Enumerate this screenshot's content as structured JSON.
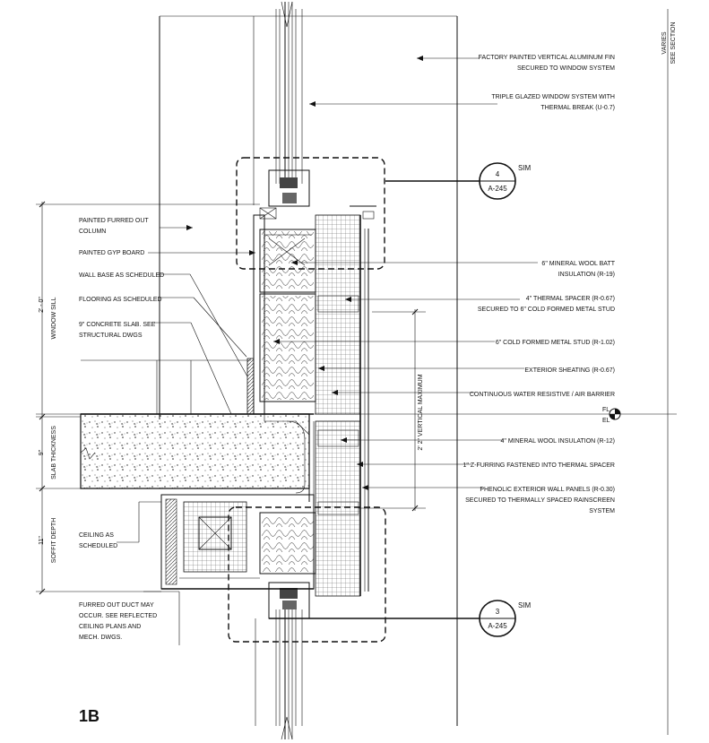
{
  "title": "1B",
  "notes_left": [
    {
      "id": "furred-column",
      "lines": [
        "PAINTED FURRED OUT",
        "COLUMN"
      ]
    },
    {
      "id": "gyp-board",
      "lines": [
        "PAINTED GYP BOARD"
      ]
    },
    {
      "id": "wall-base",
      "lines": [
        "WALL BASE AS SCHEDULED"
      ]
    },
    {
      "id": "flooring",
      "lines": [
        "FLOORING AS SCHEDULED"
      ]
    },
    {
      "id": "concrete-slab",
      "lines": [
        "9\" CONCRETE SLAB. SEE",
        "STRUCTURAL DWGS"
      ]
    },
    {
      "id": "ceiling",
      "lines": [
        "CEILING AS",
        "SCHEDULED"
      ]
    },
    {
      "id": "furred-duct",
      "lines": [
        "FURRED OUT DUCT MAY",
        "OCCUR. SEE REFLECTED",
        "CEILING PLANS AND",
        "MECH. DWGS."
      ]
    }
  ],
  "notes_right": [
    {
      "id": "aluminum-fin",
      "lines": [
        "FACTORY PAINTED VERTICAL ALUMINUM FIN",
        "SECURED TO WINDOW SYSTEM"
      ]
    },
    {
      "id": "triple-glazed",
      "lines": [
        "TRIPLE GLAZED WINDOW SYSTEM WITH",
        "THERMAL BREAK  (U-0.7)"
      ]
    },
    {
      "id": "mineral-wool-batt",
      "lines": [
        "6\" MINERAL WOOL BATT",
        "INSULATION  (R-19)"
      ]
    },
    {
      "id": "thermal-spacer",
      "lines": [
        "4\" THERMAL SPACER (R-0.67)",
        "SECURED TO 6\" COLD FORMED METAL STUD"
      ]
    },
    {
      "id": "metal-stud",
      "lines": [
        "6\" COLD FORMED METAL STUD (R-1.02)"
      ]
    },
    {
      "id": "sheathing",
      "lines": [
        "EXTERIOR SHEATING (R-0.67)"
      ]
    },
    {
      "id": "air-barrier",
      "lines": [
        "CONTINUOUS WATER RESISTIVE / AIR BARRIER"
      ]
    },
    {
      "id": "mineral-wool-ins",
      "lines": [
        "4\" MINERAL WOOL INSULATION (R-12)"
      ]
    },
    {
      "id": "z-furring",
      "lines": [
        "1\" Z-FURRING FASTENED INTO THERMAL SPACER"
      ]
    },
    {
      "id": "phenolic-panels",
      "lines": [
        "PHENOLIC EXTERIOR WALL PANELS (R-0.30)",
        "SECURED TO  THERMALLY SPACED RAINSCREEN",
        "SYSTEM"
      ]
    }
  ],
  "dimensions": [
    {
      "id": "window-sill",
      "lines": [
        "2' - 0\"",
        "WINDOW SILL"
      ]
    },
    {
      "id": "slab-thickness",
      "lines": [
        "9\"",
        "SLAB THICKNESS"
      ]
    },
    {
      "id": "soffit-depth",
      "lines": [
        "11\"",
        "SOFFIT DEPTH"
      ]
    },
    {
      "id": "vertical-max",
      "lines": [
        "2' 2\" VERTICAL MAXIMUM"
      ]
    },
    {
      "id": "varies",
      "lines": [
        "VARIES",
        "SEE SECTION"
      ]
    }
  ],
  "section_tags": [
    {
      "id": "tag-upper",
      "number": "4",
      "sheet": "A-245",
      "label": "SIM"
    },
    {
      "id": "tag-lower",
      "number": "3",
      "sheet": "A-245",
      "label": "SIM"
    }
  ],
  "elevation": {
    "top": "FL",
    "bottom": "EL"
  }
}
